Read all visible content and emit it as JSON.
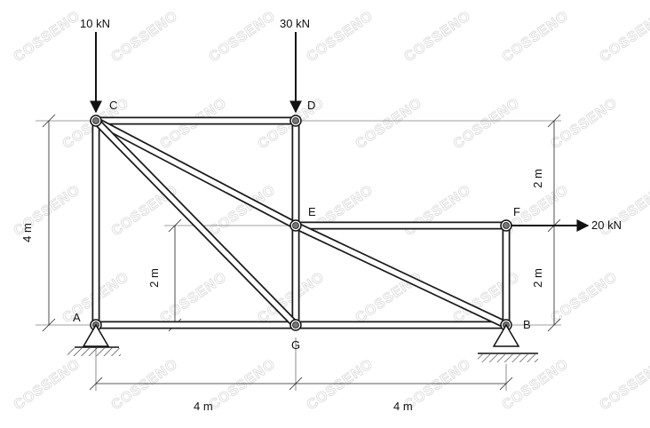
{
  "watermark": "COSSENO",
  "nodes": {
    "A": "A",
    "B": "B",
    "C": "C",
    "D": "D",
    "E": "E",
    "F": "F",
    "G": "G"
  },
  "loads": {
    "load_c": "10 kN",
    "load_d": "30 kN",
    "load_f": "20 kN"
  },
  "dimensions": {
    "height_total": "4 m",
    "height_inner": "2 m",
    "right_upper": "2 m",
    "right_lower": "2 m",
    "span_left": "4 m",
    "span_right": "4 m"
  },
  "colors": {
    "member": "#1a1a1a",
    "background": "#ffffff",
    "watermark": "#d9d9d9"
  }
}
